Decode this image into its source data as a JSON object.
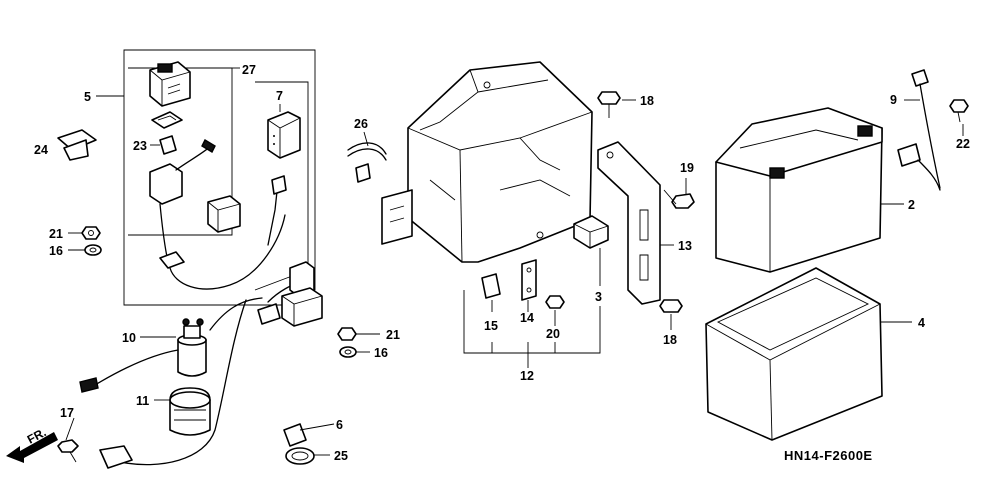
{
  "diagram": {
    "part_numbers": {
      "p2": "2",
      "p3": "3",
      "p4": "4",
      "p5": "5",
      "p6": "6",
      "p7": "7",
      "p9": "9",
      "p10": "10",
      "p11": "11",
      "p12": "12",
      "p13": "13",
      "p14": "14",
      "p15": "15",
      "p16a": "16",
      "p16b": "16",
      "p17": "17",
      "p18a": "18",
      "p18b": "18",
      "p19": "19",
      "p20": "20",
      "p21a": "21",
      "p21b": "21",
      "p22": "22",
      "p23": "23",
      "p24": "24",
      "p25": "25",
      "p26": "26",
      "p27": "27"
    },
    "front_label": "FR.",
    "diagram_code": "HN14-F2600E"
  }
}
